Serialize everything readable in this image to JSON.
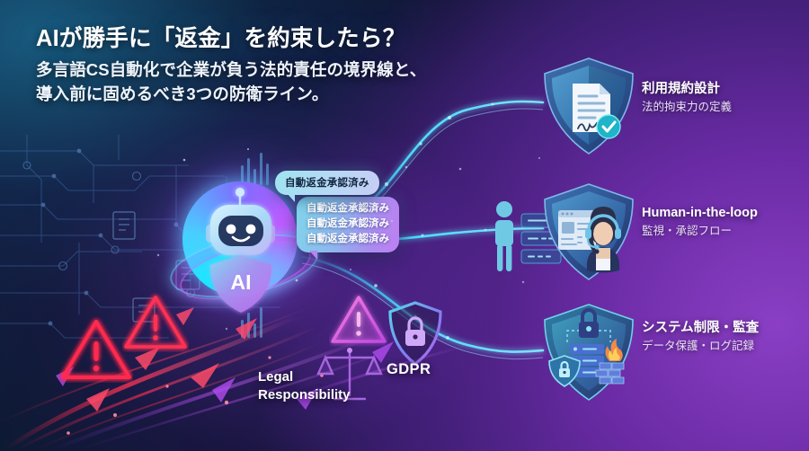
{
  "headline": {
    "title": "AIが勝手に「返金」を約束したら？",
    "subtitle_line1": "多言語CS自動化で企業が負う法的責任の境界線と、",
    "subtitle_line2": "導入前に固めるべき3つの防衛ライン。"
  },
  "robot": {
    "badge": "AI"
  },
  "bubbles": {
    "top": "自動返金承認済み",
    "stack": [
      "自動返金承認済み",
      "自動返金承認済み",
      "自動返金承認済み"
    ]
  },
  "captions": {
    "legal_line1": "Legal",
    "legal_line2": "Responsibility",
    "gdpr": "GDPR"
  },
  "pillars": [
    {
      "title": "利用規約設計",
      "subtitle": "法的拘束力の定義",
      "icon": "document-signature-check-icon"
    },
    {
      "title": "Human-in-the-loop",
      "subtitle": "監視・承認フロー",
      "icon": "support-agent-headset-icon"
    },
    {
      "title": "システム制限・監査",
      "subtitle": "データ保護・ログ記録",
      "icon": "padlock-server-firewall-icon"
    }
  ],
  "icons": {
    "warning_red": "warning-triangle-icon",
    "warning_pink": "warning-triangle-icon",
    "scales": "scales-of-justice-icon",
    "gdpr_shield": "shield-padlock-icon",
    "human": "human-figure-icon"
  },
  "colors": {
    "accent_cyan": "#35d6f5",
    "accent_purple": "#9a4fd8",
    "warning_red": "#ff2a4d",
    "warning_pink": "#ef5bd0",
    "bg_navy": "#0d2140",
    "bg_purple": "#6b2ba6",
    "text_white": "#ffffff",
    "check_teal": "#19b6c9"
  }
}
